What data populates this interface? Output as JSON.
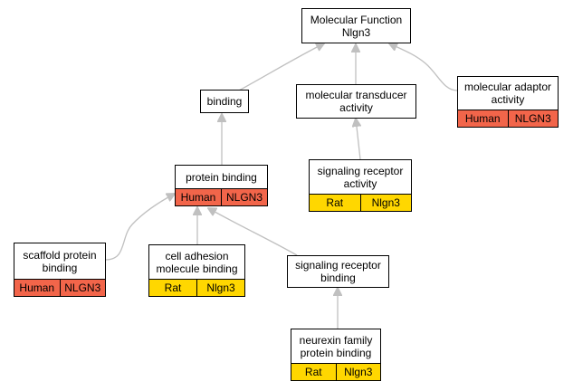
{
  "nodes": {
    "mf_root": {
      "label": "Molecular Function\nNlgn3"
    },
    "binding": {
      "label": "binding"
    },
    "mol_transducer": {
      "label": "molecular transducer\nactivity"
    },
    "mol_adaptor": {
      "label": "molecular adaptor\nactivity",
      "species": "Human",
      "gene": "NLGN3"
    },
    "protein_binding": {
      "label": "protein binding",
      "species": "Human",
      "gene": "NLGN3"
    },
    "signaling_receptor_activity": {
      "label": "signaling receptor\nactivity",
      "species": "Rat",
      "gene": "Nlgn3"
    },
    "scaffold": {
      "label": "scaffold protein\nbinding",
      "species": "Human",
      "gene": "NLGN3"
    },
    "cell_adhesion": {
      "label": "cell adhesion\nmolecule binding",
      "species": "Rat",
      "gene": "Nlgn3"
    },
    "signaling_receptor_binding": {
      "label": "signaling receptor\nbinding"
    },
    "neurexin": {
      "label": "neurexin family\nprotein binding",
      "species": "Rat",
      "gene": "Nlgn3"
    }
  },
  "colors": {
    "human_annotation": "#f2654a",
    "rat_annotation": "#ffd700",
    "edge": "#c0c0c0",
    "node_border": "#000000",
    "node_fill": "#ffffff"
  }
}
